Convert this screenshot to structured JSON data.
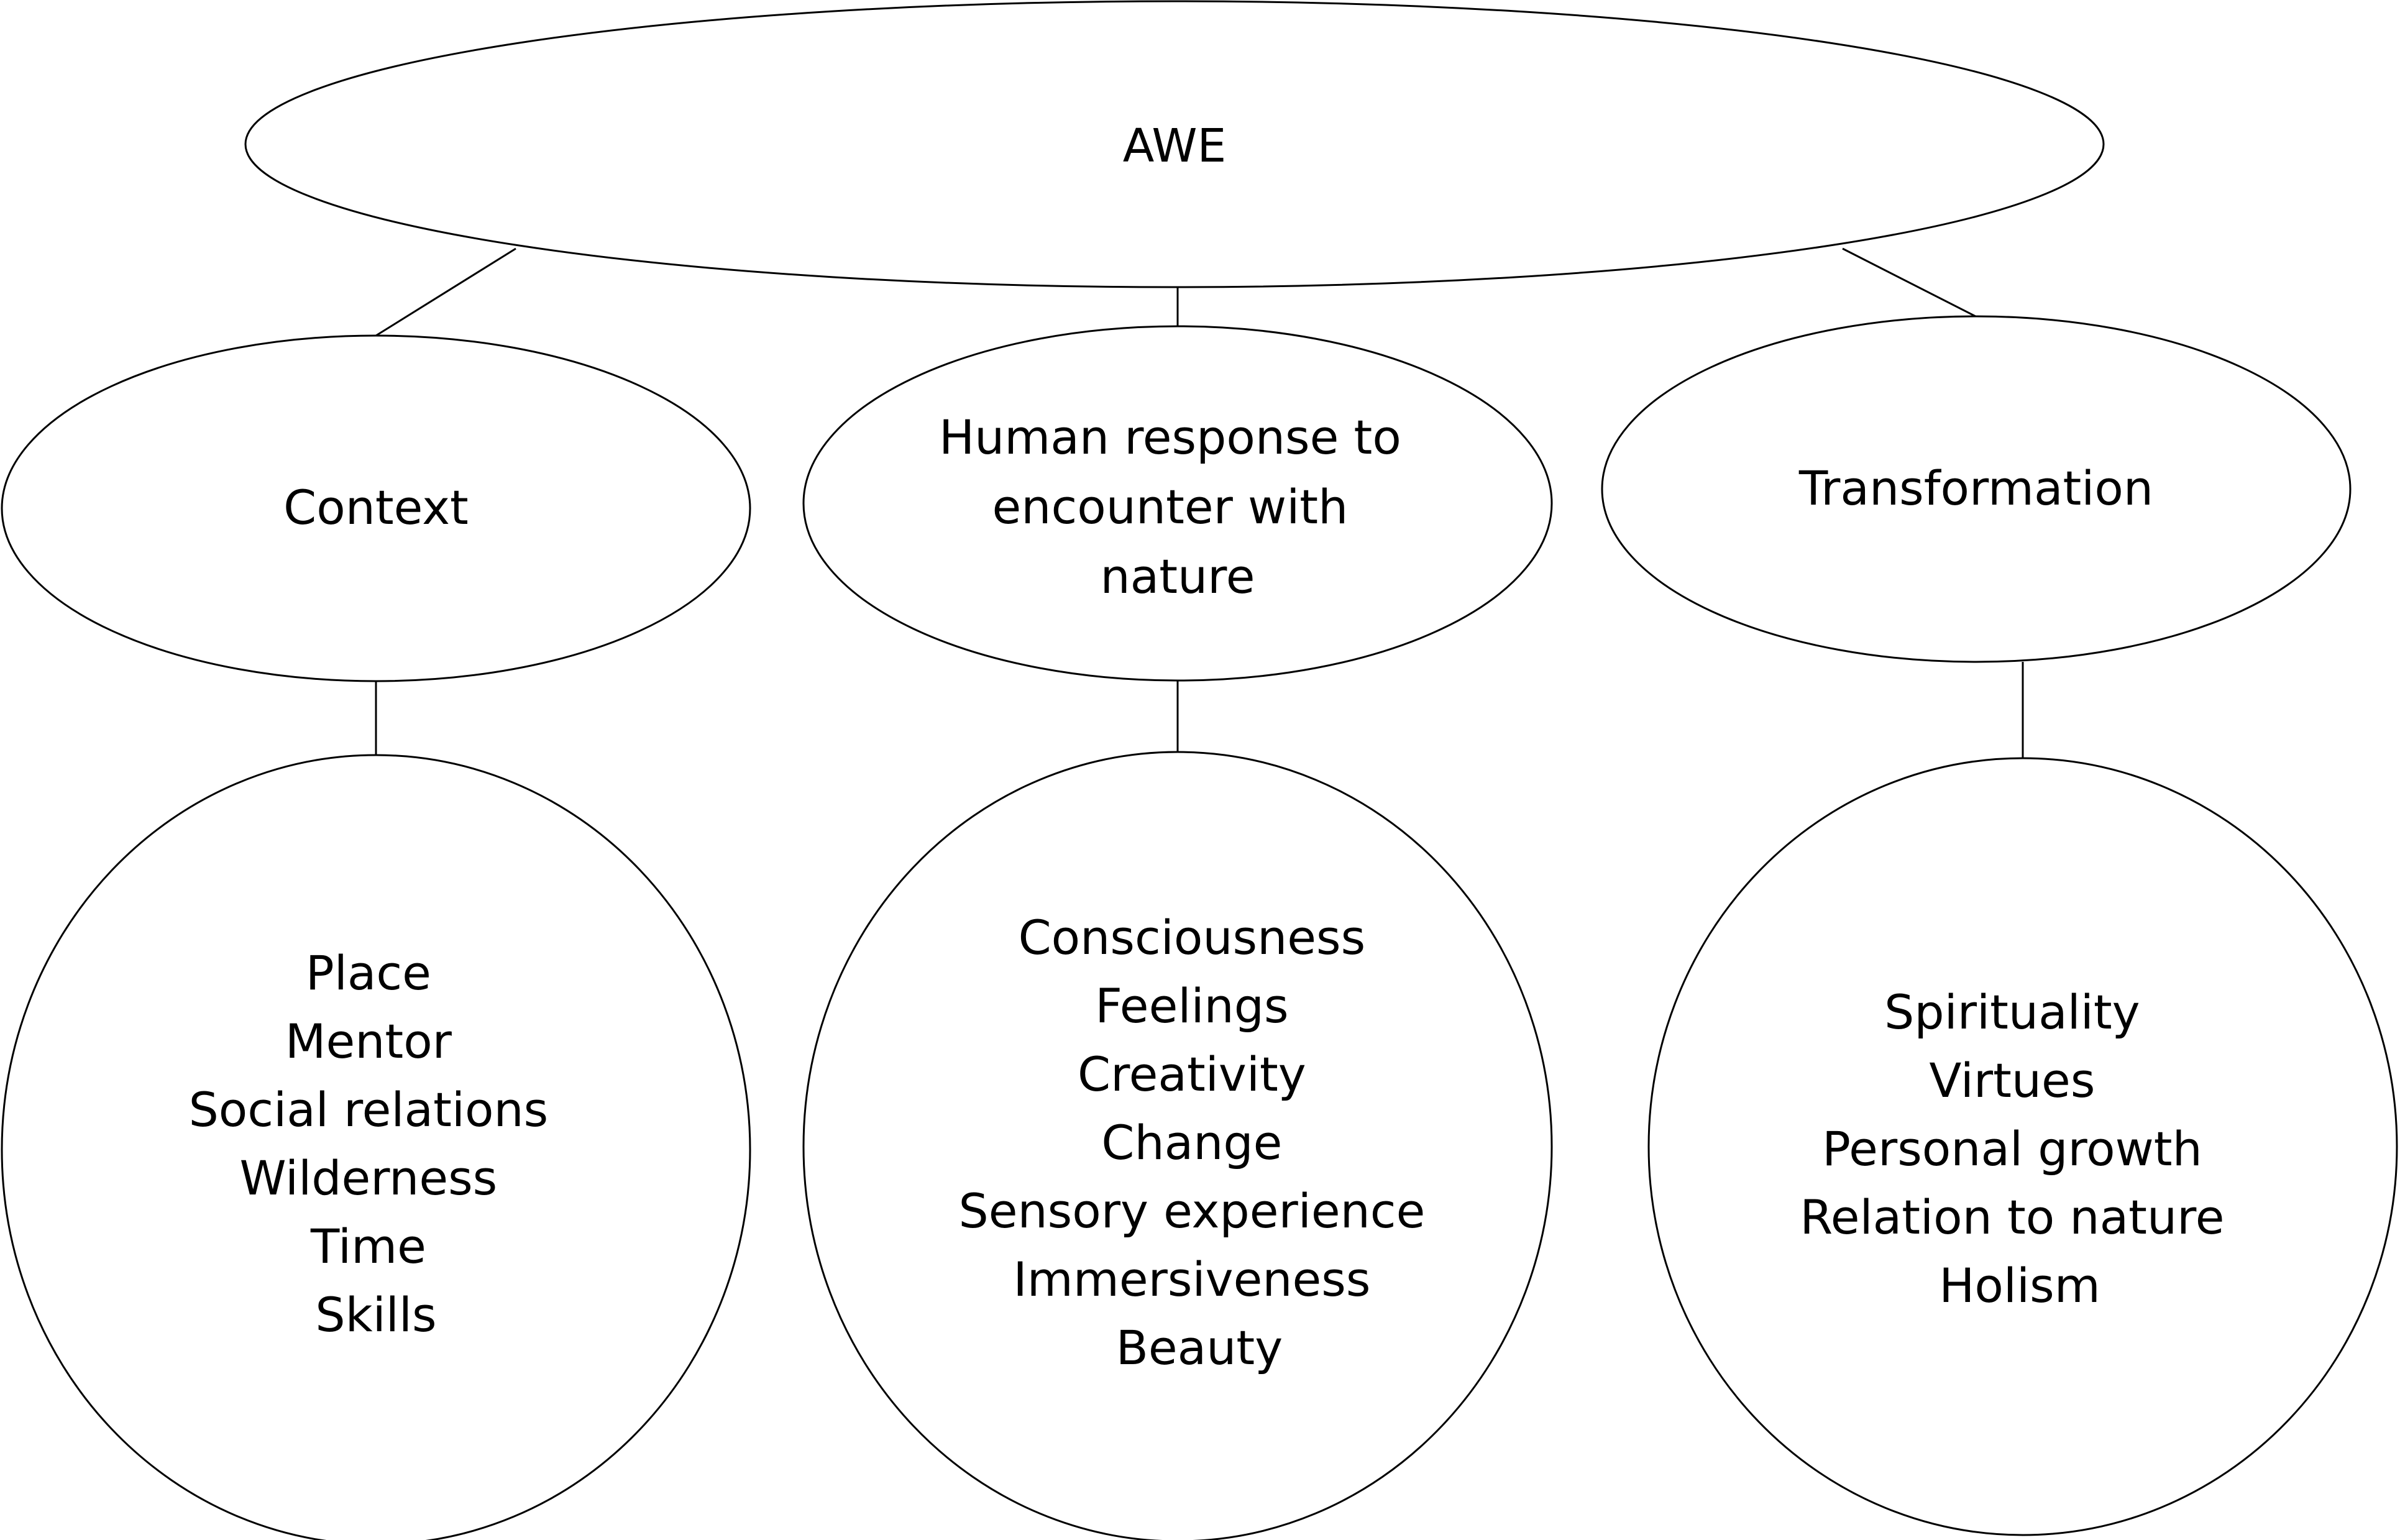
{
  "root": {
    "label": "AWE"
  },
  "branches": [
    {
      "id": "context",
      "heading": [
        "Context"
      ],
      "items": [
        "Place",
        "Mentor",
        "Social relations",
        "Wilderness",
        "Time",
        "Skills"
      ]
    },
    {
      "id": "human-response",
      "heading": [
        "Human response to",
        "encounter with",
        "nature"
      ],
      "items": [
        "Consciousness",
        "Feelings",
        "Creativity",
        "Change",
        "Sensory experience",
        "Immersiveness",
        "Beauty"
      ]
    },
    {
      "id": "transformation",
      "heading": [
        "Transformation"
      ],
      "items": [
        "Spirituality",
        "Virtues",
        "Personal growth",
        "Relation to nature",
        "Holism"
      ]
    }
  ],
  "colors": {
    "stroke": "#000000",
    "fill": "#ffffff",
    "text": "#000000"
  }
}
